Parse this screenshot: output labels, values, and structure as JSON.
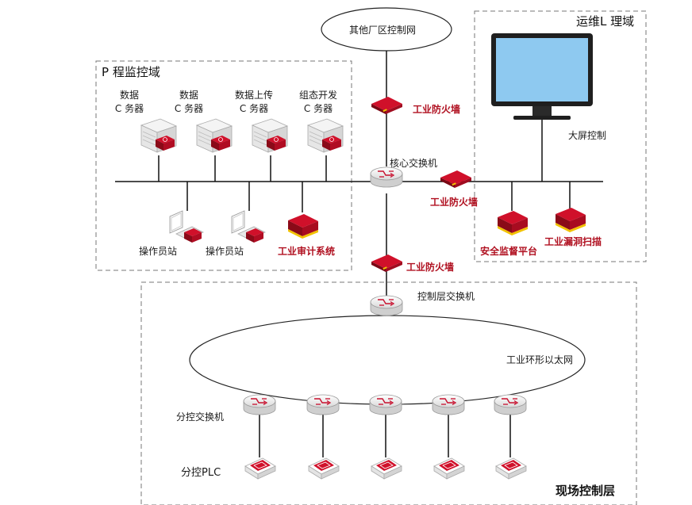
{
  "nodes": {
    "other_net": "其他厂区控制网",
    "firewall_top": "工业防火墙",
    "firewall_right": "工业防火墙",
    "firewall_mid": "工业防火墙",
    "core_switch": "核心交换机",
    "control_switch": "控制层交换机",
    "ring": "工业环形以太网",
    "branch_switch": "分控交换机",
    "branch_plc": "分控PLC",
    "big_screen": "大屏控制",
    "security_platform": "安全监督平台",
    "vuln_scan": "工业漏洞扫描",
    "audit": "工业审计系统"
  },
  "zones": {
    "process": "P 程监控域",
    "ops": "运维L 理域",
    "field": "现场控制层"
  },
  "servers": [
    {
      "line1": "数据",
      "line2": "C 务器"
    },
    {
      "line1": "数据",
      "line2": "C 务器"
    },
    {
      "line1": "数据上传",
      "line2": "C 务器"
    },
    {
      "line1": "组态开发",
      "line2": "C 务器"
    }
  ],
  "workstations": [
    {
      "label": "操作员站"
    },
    {
      "label": "操作员站"
    }
  ],
  "colors": {
    "device_red": "#c8102e",
    "device_yellow": "#f2c200",
    "label_red": "#b01020",
    "monitor_blue": "#8ec9f0",
    "dash": "#777777"
  }
}
